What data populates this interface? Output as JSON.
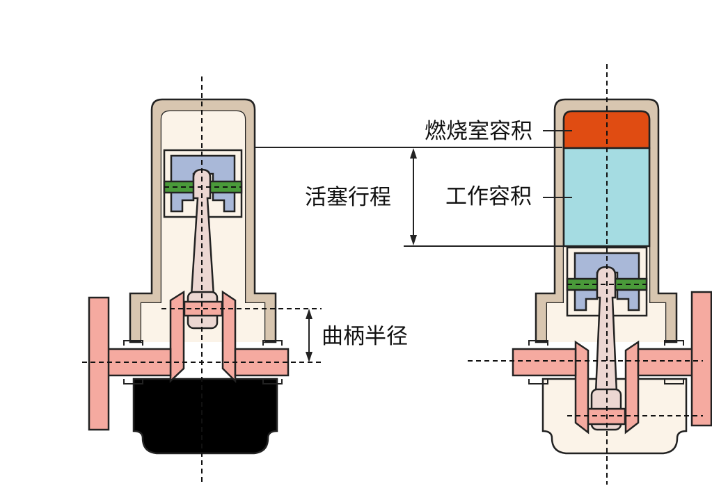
{
  "labels": {
    "piston_stroke": "活塞行程",
    "crank_radius": "曲柄半径",
    "combustion_chamber_volume": "燃烧室容积",
    "working_volume": "工作容积"
  },
  "colors": {
    "cylinder_wall": "#d8c6b0",
    "cylinder_inside": "#fbf3e8",
    "piston": "#a9b8d8",
    "piston_ring": "#4a9a3a",
    "connecting_rod": "#ecd7d2",
    "crank": "#f5aaa0",
    "combustion_chamber": "#e04c12",
    "working_volume": "#a5dce2",
    "outline": "#222222"
  }
}
